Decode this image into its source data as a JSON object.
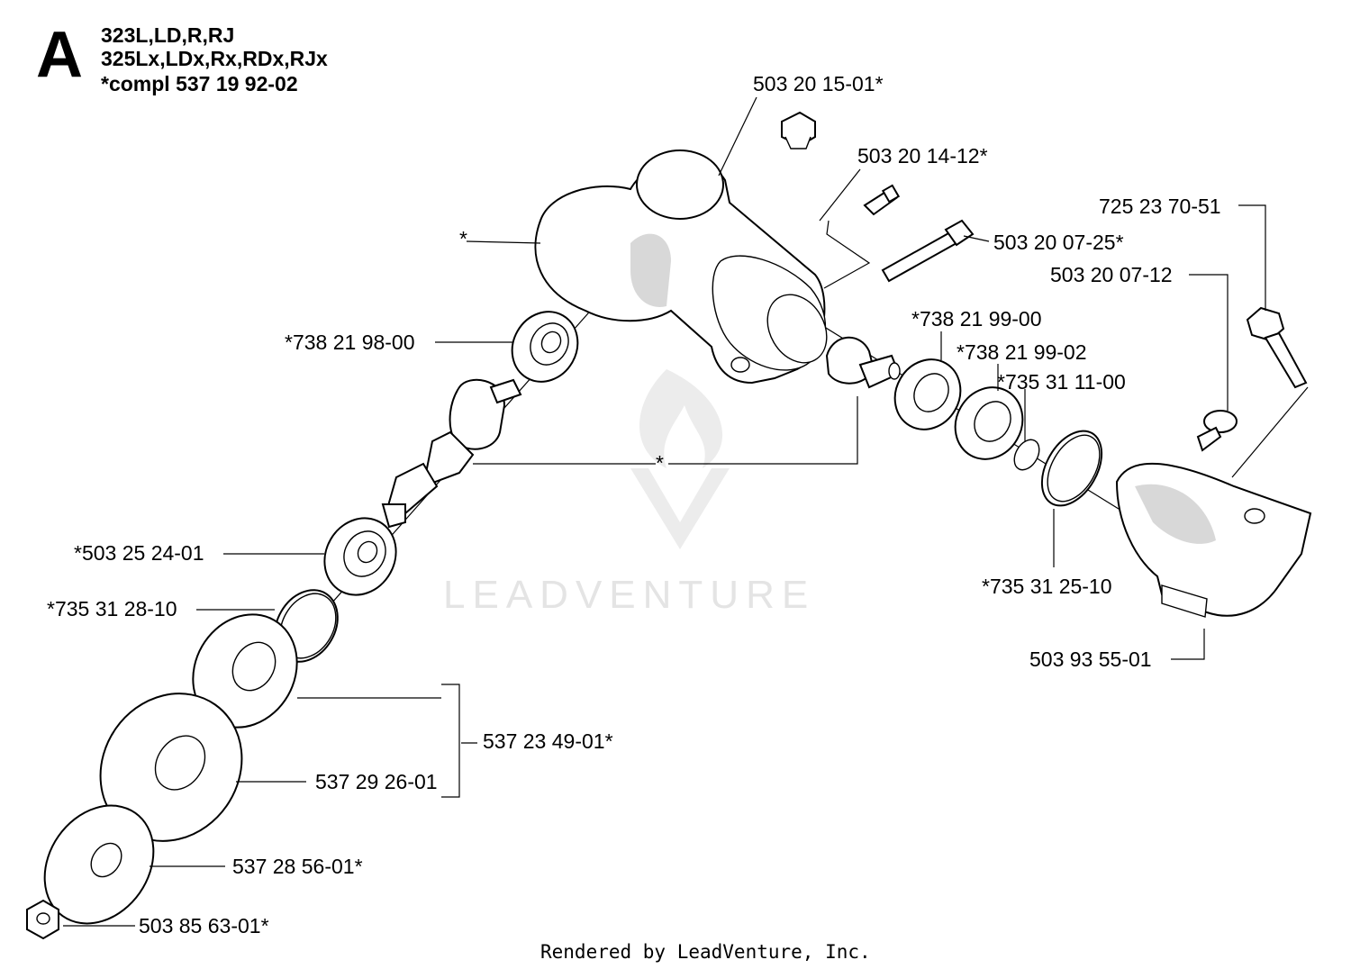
{
  "header": {
    "section_letter": "A",
    "models_line1": "323L,LD,R,RJ",
    "models_line2": "325Lx,LDx,Rx,RDx,RJx",
    "complete_note": "*compl 537 19 92-02"
  },
  "parts": [
    {
      "number": "503 20 15-01*"
    },
    {
      "number": "503 20 14-12*"
    },
    {
      "number": "503 20 07-25*"
    },
    {
      "number": "725 23 70-51"
    },
    {
      "number": "503 20 07-12"
    },
    {
      "number": "*"
    },
    {
      "number": "*738 21 98-00"
    },
    {
      "number": "*738 21 99-00"
    },
    {
      "number": "*738 21 99-02"
    },
    {
      "number": "*735 31 11-00"
    },
    {
      "number": "*"
    },
    {
      "number": "*503 25 24-01"
    },
    {
      "number": "*735 31 28-10"
    },
    {
      "number": "*735 31 25-10"
    },
    {
      "number": "503 93 55-01"
    },
    {
      "number": "537 23 49-01*"
    },
    {
      "number": "537 29 26-01"
    },
    {
      "number": "537 28 56-01*"
    },
    {
      "number": "503 85 63-01*"
    }
  ],
  "watermark": "LEADVENTURE",
  "footer": "Rendered by LeadVenture, Inc."
}
